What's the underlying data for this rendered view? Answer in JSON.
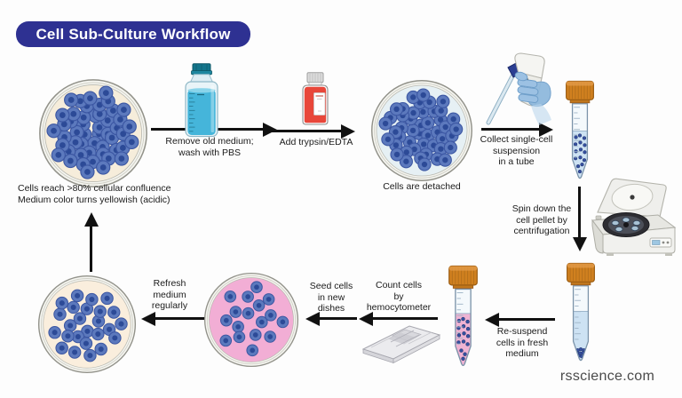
{
  "title": "Cell Sub-Culture Workflow",
  "watermark": "rsscience.com",
  "labels": {
    "confluence": "Cells reach >80% cellular confluence\nMedium color turns yellowish (acidic)",
    "remove_medium": "Remove old medium;\nwash with PBS",
    "add_trypsin": "Add trypsin/EDTA",
    "detached": "Cells are detached",
    "collect": "Collect single-cell\nsuspension\nin a tube",
    "spin": "Spin down the\ncell pellet by\ncentrifugation",
    "resuspend": "Re-suspend\ncells in fresh\nmedium",
    "count": "Count cells\nby\nhemocytometer",
    "seed": "Seed cells\nin new\ndishes",
    "refresh": "Refresh\nmedium\nregularly"
  },
  "icons": {
    "dish_confluent": "petri-dish-confluent-icon",
    "pbs_bottle": "pbs-bottle-icon",
    "trypsin_bottle": "trypsin-bottle-icon",
    "dish_detached": "petri-dish-detached-icon",
    "pipette_controller": "pipette-controller-icon",
    "tube_suspension": "conical-tube-suspension-icon",
    "centrifuge": "centrifuge-icon",
    "tube_pellet": "conical-tube-pellet-icon",
    "tube_resuspended": "conical-tube-resuspended-icon",
    "hemocytometer": "hemocytometer-icon",
    "dish_seeded": "petri-dish-seeded-icon",
    "dish_refreshed": "petri-dish-refreshed-icon"
  },
  "colors": {
    "title_bg": "#2e3192",
    "title_text": "#ffffff",
    "arrow": "#111111",
    "cell_body": "#5c79bd",
    "cell_edge": "#3b56a2",
    "cell_nucleus": "#2c4a97",
    "dish_confluent_medium": "#f6eddb",
    "dish_detached_medium": "#e6f0f4",
    "dish_seeded_medium": "#f2aed5",
    "dish_refreshed_medium": "#faeedd",
    "tube_cap": "#d0801f",
    "tube_liquid_blue": "#cde2f3",
    "tube_liquid_pink": "#efb3d3",
    "pbs_liquid": "#45b5da",
    "trypsin_liquid": "#e8473a",
    "glove": "#9cc1e3",
    "watermark_text": "#4b4b4b"
  }
}
